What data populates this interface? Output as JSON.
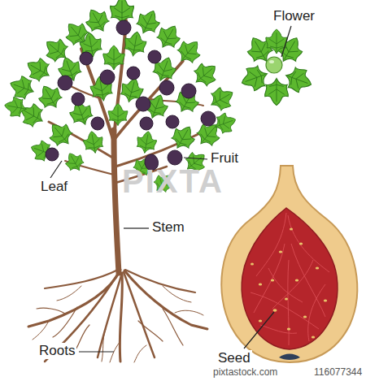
{
  "diagram": {
    "labels": [
      "Flower",
      "Leaf",
      "Fruit",
      "Stem",
      "Roots",
      "Seed",
      "PIXTA",
      "pixtastock.com",
      "116077344"
    ]
  }
}
